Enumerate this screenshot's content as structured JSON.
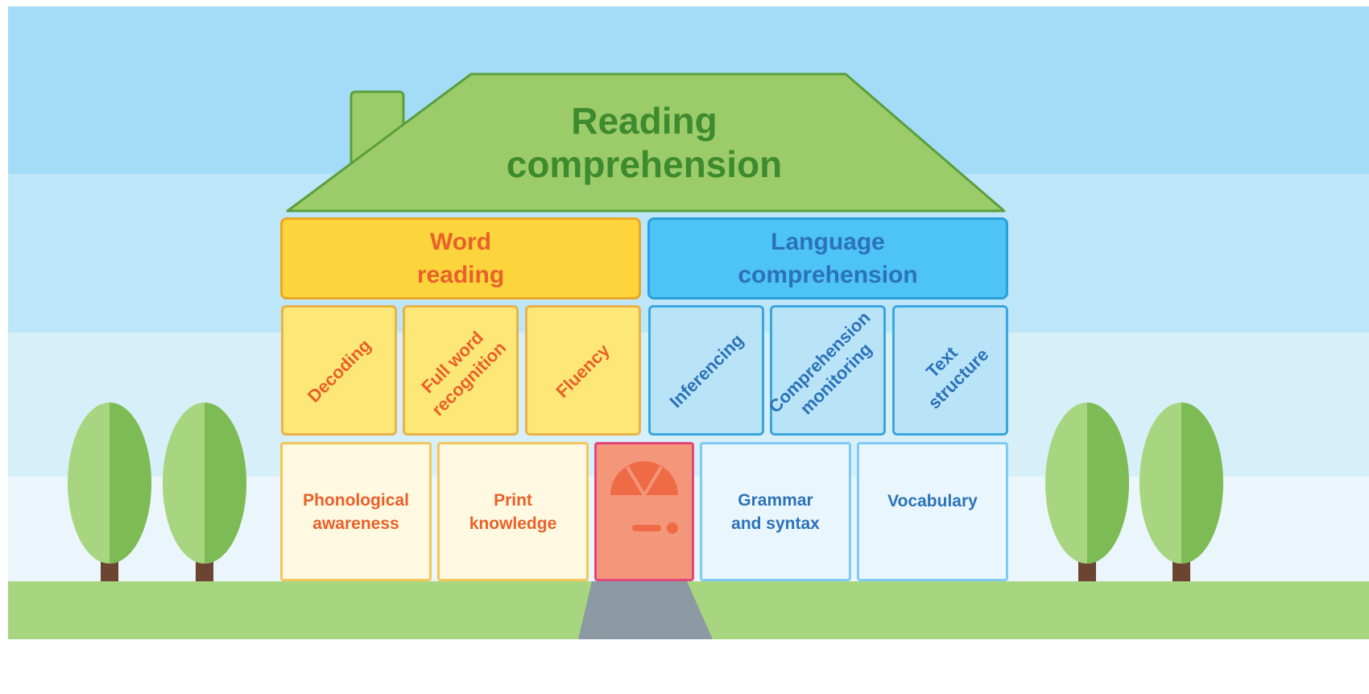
{
  "roof": {
    "title_line1": "Reading",
    "title_line2": "comprehension"
  },
  "word_reading": {
    "header_line1": "Word",
    "header_line2": "reading",
    "skills": [
      {
        "line1": "Decoding",
        "line2": ""
      },
      {
        "line1": "Full word",
        "line2": "recognition"
      },
      {
        "line1": "Fluency",
        "line2": ""
      }
    ],
    "foundations": [
      {
        "line1": "Phonological",
        "line2": "awareness"
      },
      {
        "line1": "Print",
        "line2": "knowledge"
      }
    ]
  },
  "language_comprehension": {
    "header_line1": "Language",
    "header_line2": "comprehension",
    "skills": [
      {
        "line1": "Inferencing",
        "line2": ""
      },
      {
        "line1": "Comprehension",
        "line2": "monitoring"
      },
      {
        "line1": "Text",
        "line2": "structure"
      }
    ],
    "foundations": [
      {
        "line1": "Grammar",
        "line2": "and syntax"
      },
      {
        "line1": "Vocabulary",
        "line2": ""
      }
    ]
  },
  "colors": {
    "sky_top": "#a4dcf7",
    "sky_mid": "#bde6f8",
    "sky_low": "#d6eff9",
    "sky_bottom": "#eaf6fb",
    "roof": "#9ccc6a",
    "roof_text": "#3d8b2e",
    "word_header": "#fcd43b",
    "word_text": "#e8602a",
    "word_skill": "#fde877",
    "word_foundation": "#fff9e1",
    "lang_header": "#4ec3f5",
    "lang_text": "#2b72b8",
    "lang_skill": "#b9e4f8",
    "lang_foundation": "#e9f6fd",
    "door": "#f4967a",
    "grass": "#a8d57f",
    "path": "#8b9aa2"
  }
}
